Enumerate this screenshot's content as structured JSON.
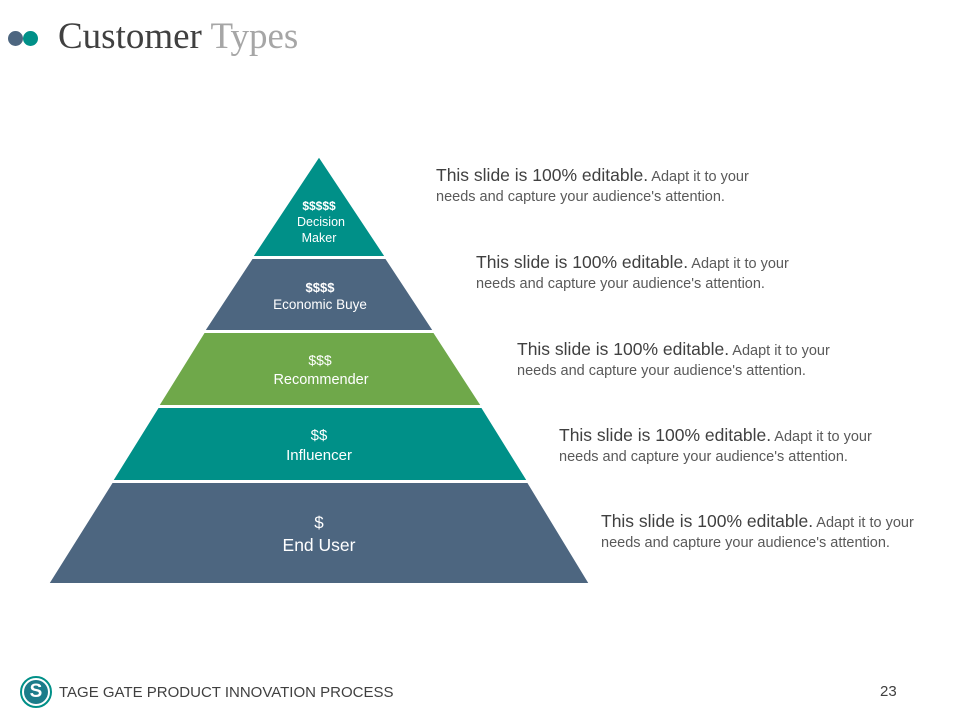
{
  "title": {
    "part1": "Customer",
    "part2": "Types"
  },
  "colors": {
    "slate": "#4d6680",
    "teal": "#009088",
    "green": "#6fa84a",
    "title_gray": "#a6a6a6"
  },
  "pyramid": {
    "levels": [
      {
        "label1": "$$$$$",
        "label2": "Decision",
        "label3": "Maker"
      },
      {
        "label1": "$$$$",
        "label2": "Economic Buye"
      },
      {
        "label1": "$$$",
        "label2": "Recommender"
      },
      {
        "label1": "$$",
        "label2": "Influencer"
      },
      {
        "label1": "$",
        "label2": "End User"
      }
    ]
  },
  "descriptions": [
    {
      "lead": "This slide is 100% editable.",
      "rest": " Adapt it to your needs and capture your audience's attention."
    },
    {
      "lead": "This slide is 100% editable.",
      "rest": " Adapt it to your needs and capture your audience's attention."
    },
    {
      "lead": "This slide is 100% editable.",
      "rest": " Adapt it to your needs and capture your audience's attention."
    },
    {
      "lead": "This slide is 100% editable.",
      "rest": " Adapt it to your needs and capture your audience's attention."
    },
    {
      "lead": "This slide is 100% editable.",
      "rest": " Adapt it to your needs and capture your audience's attention."
    }
  ],
  "footer": {
    "logo_letter": "S",
    "text": "TAGE GATE PRODUCT INNOVATION PROCESS",
    "page": "23"
  }
}
